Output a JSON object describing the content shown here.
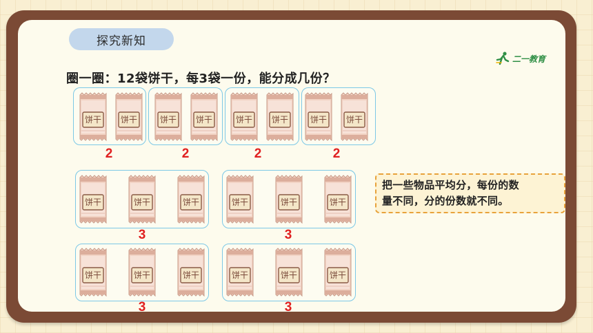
{
  "header": {
    "section_tag": "探究新知"
  },
  "brand": {
    "logo_text": "二一教育",
    "color": "#2f8f45"
  },
  "question": "圈一圈：12袋饼干，每3袋一份，能分成几份？",
  "bag": {
    "label": "饼干",
    "body_color": "#f3d4c6",
    "stripe_color": "#d9b0a0"
  },
  "pairs_row": {
    "count_label": "2",
    "groups": [
      {
        "bags": 2,
        "count": "2"
      },
      {
        "bags": 2,
        "count": "2"
      },
      {
        "bags": 2,
        "count": "2"
      },
      {
        "bags": 2,
        "count": "2"
      }
    ]
  },
  "triples_rows": [
    {
      "groups": [
        {
          "bags": 3,
          "count": "3"
        },
        {
          "bags": 3,
          "count": "3"
        }
      ]
    },
    {
      "groups": [
        {
          "bags": 3,
          "count": "3"
        },
        {
          "bags": 3,
          "count": "3"
        }
      ]
    }
  ],
  "note": {
    "line1": "把一些物品平均分，每份的数",
    "line2": "量不同，分的份数就不同。",
    "border_color": "#e8a23a"
  },
  "colors": {
    "group_border": "#7cc8e6",
    "count_text": "#e02020",
    "board": "#7b4a35"
  }
}
